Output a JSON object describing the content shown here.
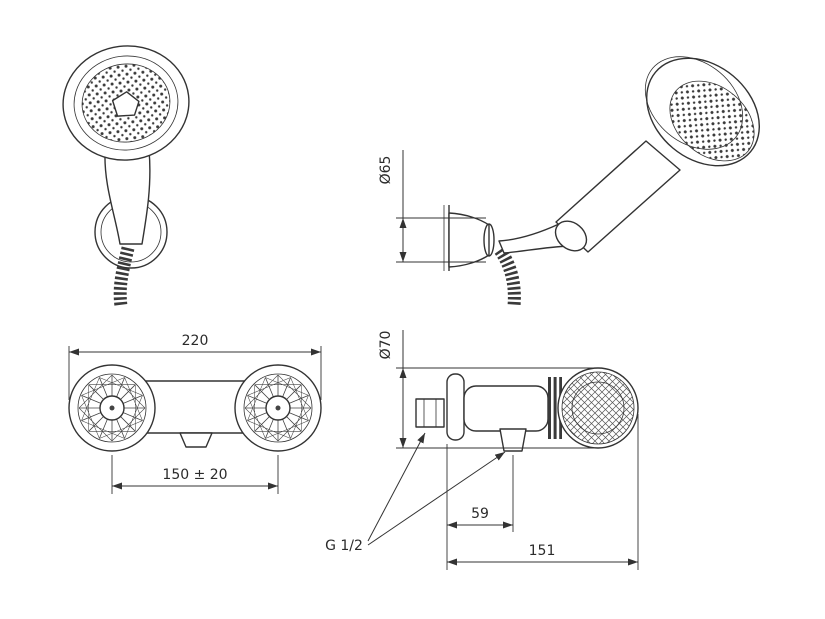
{
  "colors": {
    "background": "#ffffff",
    "line": "#333333"
  },
  "dimensions": {
    "hand_shower_bracket_diameter": "Ø65",
    "mixer_body_width": "220",
    "valve_center_spacing": "150 ± 20",
    "handle_diameter": "Ø70",
    "outlet_offset": "59",
    "total_depth": "151",
    "connection_thread": "G 1/2"
  }
}
